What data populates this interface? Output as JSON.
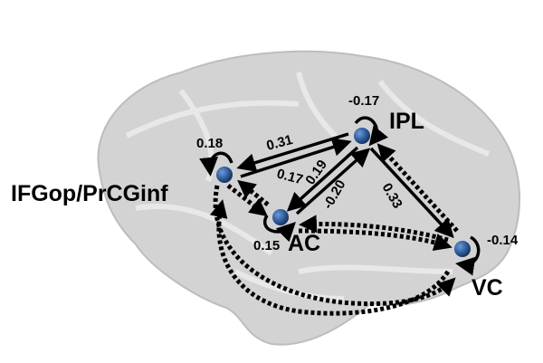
{
  "regions": {
    "ifg": "IFGop/PrCGinf",
    "ac": "AC",
    "ipl": "IPL",
    "vc": "VC"
  },
  "self_connections": {
    "ifg": "0.18",
    "ac": "0.15",
    "ipl": "-0.17",
    "vc": "-0.14"
  },
  "connections": {
    "ipl_to_ifg": "0.31",
    "ifg_to_ipl": "0.17",
    "ipl_to_ac": "0.19",
    "ac_to_ipl": "-0.20",
    "ipl_to_vc": "0.33"
  },
  "colors": {
    "node": "#2f5e9e",
    "brain": "#d0d0d0"
  }
}
